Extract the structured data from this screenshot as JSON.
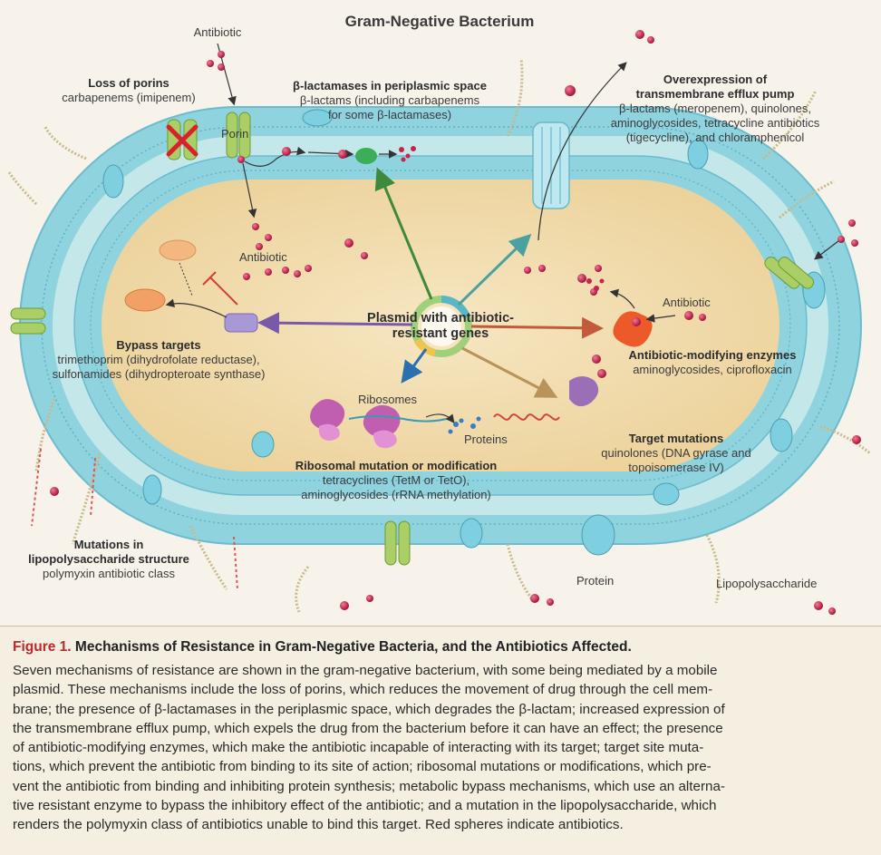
{
  "title": "Gram-Negative Bacterium",
  "labels": {
    "antibiotic_top": "Antibiotic",
    "porins": {
      "title": "Loss of porins",
      "drugs": "carbapenems (imipenem)"
    },
    "porin": "Porin",
    "betalactamase": {
      "title": "β-lactamases in periplasmic space",
      "line1": "β-lactams (including carbapenems",
      "line2": "for some β-lactamases)"
    },
    "efflux": {
      "title1": "Overexpression of",
      "title2": "transmembrane efflux pump",
      "line1": "β-lactams (meropenem), quinolones,",
      "line2": "aminoglycosides, tetracycline antibiotics",
      "line3": "(tigecycline), and chloramphenicol"
    },
    "antibiotic_mid": "Antibiotic",
    "antibiotic_right": "Antibiotic",
    "plasmid": {
      "line1": "Plasmid with antibiotic-",
      "line2": "resistant genes"
    },
    "bypass": {
      "title": "Bypass targets",
      "line1": "trimethoprim (dihydrofolate reductase),",
      "line2": "sulfonamides (dihydropteroate synthase)"
    },
    "modifying": {
      "title": "Antibiotic-modifying enzymes",
      "line1": "aminoglycosides, ciprofloxacin"
    },
    "ribosomes": "Ribosomes",
    "proteins": "Proteins",
    "ribosomal": {
      "title": "Ribosomal mutation or modification",
      "line1": "tetracyclines (TetM or TetO),",
      "line2": "aminoglycosides (rRNA methylation)"
    },
    "target": {
      "title": "Target mutations",
      "line1": "quinolones (DNA gyrase and",
      "line2": "topoisomerase IV)"
    },
    "lps": {
      "title1": "Mutations in",
      "title2": "lipopolysaccharide structure",
      "line1": "polymyxin antibiotic class"
    },
    "protein": "Protein",
    "lipopolysaccharide": "Lipopolysaccharide"
  },
  "caption": {
    "fig_num": "Figure 1.",
    "title": "Mechanisms of Resistance in Gram-Negative Bacteria, and the Antibiotics Affected.",
    "lines": [
      "Seven mechanisms of resistance are shown in the gram-negative bacterium, with some being mediated by a mobile",
      "plasmid. These mechanisms include the loss of porins, which reduces the movement of drug through the cell mem-",
      "brane; the presence of β-lactamases in the periplasmic space, which degrades the β-lactam; increased expression of",
      "the transmembrane efflux pump, which expels the drug from the bacterium before it can have an effect; the presence",
      "of antibiotic-modifying enzymes, which make the antibiotic incapable of interacting with its target; target site muta-",
      "tions, which prevent the antibiotic from binding to its site of action; ribosomal mutations or modifications, which pre-",
      "vent the antibiotic from binding and inhibiting protein synthesis; metabolic bypass mechanisms, which use an alterna-",
      "tive resistant enzyme to bypass the inhibitory effect of the antibiotic; and a mutation in the lipopolysaccharide, which",
      "renders the polymyxin class of antibiotics unable to bind this target. Red spheres indicate antibiotics."
    ]
  },
  "colors": {
    "membrane": "#8fd3df",
    "membrane_dark": "#5fb2c4",
    "periplasm": "#bfe3e6",
    "cytoplasm": "#f2dcaa",
    "antibiotic": "#c8234a",
    "porin_green": "#9fc65a",
    "red_x": "#d8222b",
    "arrow_green": "#3f8a3a",
    "arrow_teal": "#4aa2a0",
    "arrow_purple": "#7a5aa8",
    "arrow_red": "#c25a3c",
    "arrow_blue": "#2a6fb0",
    "arrow_tan": "#b8935a",
    "caption_red": "#c0272d"
  }
}
